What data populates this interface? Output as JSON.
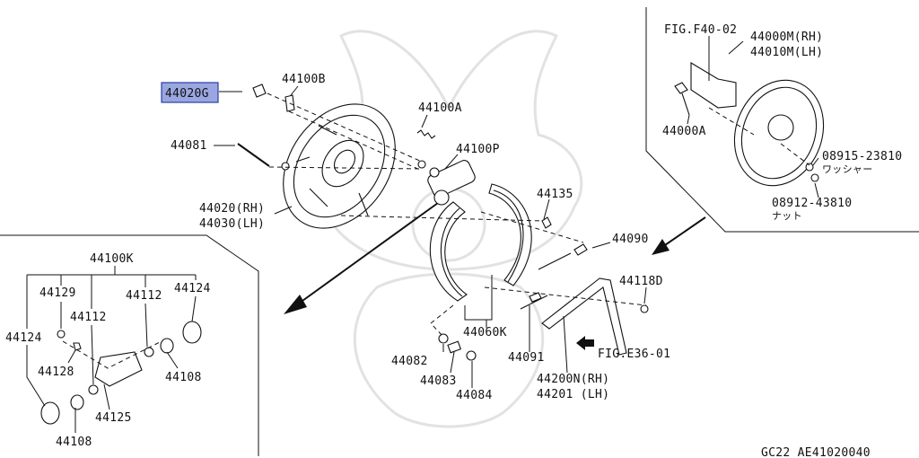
{
  "highlight_color": "#9aa6e0",
  "labels": {
    "p44020G": "44020G",
    "p44100B": "44100B",
    "p44100A": "44100A",
    "p44081": "44081",
    "p44100P": "44100P",
    "p44020RH": "44020(RH)",
    "p44030LH": "44030(LH)",
    "p44135": "44135",
    "p44090": "44090",
    "p44118D": "44118D",
    "p44060K": "44060K",
    "p44082": "44082",
    "p44083": "44083",
    "p44084": "44084",
    "p44091": "44091",
    "p44200N": "44200N(RH)",
    "p44201": "44201 (LH)",
    "figE36": "FIG.E36-01",
    "figF40": "FIG.F40-02",
    "p44000M": "44000M(RH)",
    "p44010M": "44010M(LH)",
    "p44000A": "44000A",
    "p08915": "08915-23810",
    "washer": "ワッシャー",
    "p08912": "08912-43810",
    "nut": "ナット",
    "p44100K": "44100K",
    "p44129": "44129",
    "p44112a": "44112",
    "p44124a": "44124",
    "p44112b": "44112",
    "p44124b": "44124",
    "p44128": "44128",
    "p44108a": "44108",
    "p44125": "44125",
    "p44108b": "44108",
    "code": "GC22 AE41020040"
  }
}
